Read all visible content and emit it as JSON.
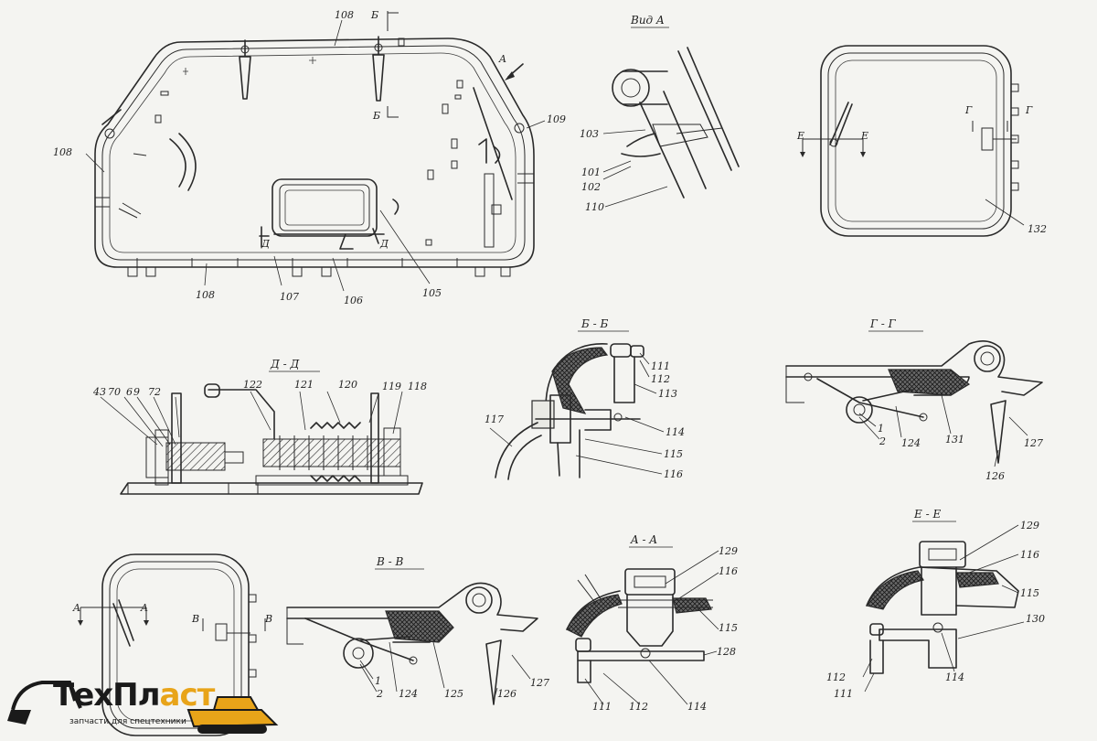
{
  "colors": {
    "ink": "#2a2a2a",
    "paper": "#f4f4f1",
    "logo_accent": "#e8a419"
  },
  "views": {
    "main": {
      "labels": [
        "108",
        "108",
        "108",
        "107",
        "106",
        "105",
        "109",
        "Б",
        "Б",
        "A"
      ]
    },
    "vid_a": {
      "title": "Вид A",
      "labels": [
        "103",
        "101",
        "102",
        "110"
      ]
    },
    "right_frame": {
      "labels": [
        "E",
        "E",
        "Г",
        "Г",
        "132"
      ]
    },
    "d_d": {
      "title": "Д - Д",
      "labels": [
        "43",
        "70",
        "6",
        "9",
        "72",
        "122",
        "121",
        "120",
        "119",
        "118"
      ]
    },
    "b_b": {
      "title": "Б - Б",
      "labels": [
        "117",
        "111",
        "112",
        "113",
        "114",
        "115",
        "116"
      ]
    },
    "g_g": {
      "title": "Г - Г",
      "labels": [
        "1",
        "2",
        "124",
        "131",
        "127",
        "126"
      ]
    },
    "small_frame": {
      "labels": [
        "A",
        "A",
        "B",
        "B",
        "Д",
        "Д"
      ]
    },
    "v_v": {
      "title": "B - B",
      "labels": [
        "1",
        "2",
        "124",
        "125",
        "126",
        "127"
      ]
    },
    "a_a": {
      "title": "A - A",
      "labels": [
        "129",
        "116",
        "115",
        "128",
        "111",
        "112",
        "114"
      ]
    },
    "e_e": {
      "title": "E - E",
      "labels": [
        "129",
        "116",
        "115",
        "130",
        "112",
        "111",
        "114"
      ]
    }
  },
  "logo": {
    "word_main": "ТехПл",
    "word_accent": "аст",
    "subtitle": "запчасти для спецтехники",
    "icon": "excavator-icon"
  }
}
